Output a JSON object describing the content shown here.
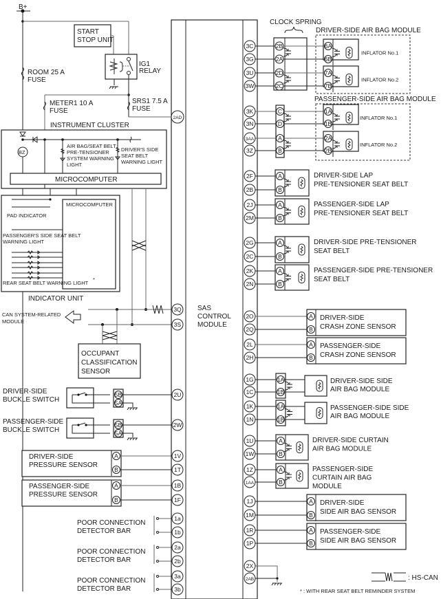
{
  "supply": {
    "label": "B+"
  },
  "fuses": {
    "room": {
      "line1": "ROOM 25 A",
      "line2": "FUSE"
    },
    "meter1": {
      "line1": "METER1 10 A",
      "line2": "FUSE"
    },
    "srs1": {
      "line1": "SRS1 7.5 A",
      "line2": "FUSE"
    }
  },
  "start_stop_unit": {
    "line1": "START",
    "line2": "STOP UNIT"
  },
  "ig1_relay": {
    "line1": "IG1",
    "line2": "RELAY"
  },
  "instrument_cluster": {
    "title": "INSTRUMENT CLUSTER",
    "buzzer": "BZ",
    "airbag_light": [
      "AIR BAG/SEAT BELT",
      "PRE-TENSIONER",
      "SYSTEM WARNING",
      "LIGHT"
    ],
    "driver_seatbelt_light": [
      "DRIVER'S SIDE",
      "SEAT BELT",
      "WARNING LIGHT"
    ],
    "microcomputer": "MICROCOMPUTER"
  },
  "indicator_unit": {
    "title": "INDICATOR UNIT",
    "microcomputer": "MICROCOMPUTER",
    "pad_indicator": "PAD INDICATOR",
    "passenger_light": [
      "PASSENGER'S SIDE SEAT BELT",
      "WARNING LIGHT"
    ],
    "rear_light": "REAR SEAT BELT WARNING LIGHT",
    "rear_mark": "*"
  },
  "can_module": {
    "line1": "CAN SYSTEM-RELATED",
    "line2": "MODULE"
  },
  "occupant_sensor": [
    "OCCUPANT",
    "CLASSIFICATION",
    "SENSOR"
  ],
  "sas_module": {
    "lines": [
      "SAS",
      "CONTROL",
      "MODULE"
    ]
  },
  "left_pins": {
    "srs": "2AD",
    "can_h": "3Q",
    "can_l": "3S",
    "driver_buckle": "2U",
    "passenger_buckle": "2W",
    "driver_pressure_a": "1V",
    "driver_pressure_b": "1T",
    "passenger_pressure_a": "1B",
    "passenger_pressure_b": "1F",
    "detector": [
      [
        "1a",
        "1b"
      ],
      [
        "2a",
        "2b"
      ],
      [
        "3a",
        "3b"
      ]
    ]
  },
  "buckle_switches": [
    {
      "line1": "DRIVER-SIDE",
      "line2": "BUCKLE SWITCH",
      "pins": [
        "5B",
        "5A"
      ]
    },
    {
      "line1": "PASSENGER-SIDE",
      "line2": "BUCKLE SWITCH",
      "pins": [
        "5B",
        "5A"
      ]
    }
  ],
  "pressure_sensors": [
    {
      "line1": "DRIVER-SIDE",
      "line2": "PRESSURE SENSOR",
      "pins": [
        "A",
        "B"
      ]
    },
    {
      "line1": "PASSENGER-SIDE",
      "line2": "PRESSURE SENSOR",
      "pins": [
        "A",
        "B"
      ]
    }
  ],
  "detector_bar": {
    "line1": "POOR CONNECTION",
    "line2": "DETECTOR BAR"
  },
  "clock_spring": {
    "label": "CLOCK SPRING",
    "pins": [
      "2B",
      "2A",
      "2D",
      "2C"
    ]
  },
  "driver_airbag": {
    "title": "DRIVER-SIDE AIR BAG MODULE",
    "inflators": [
      {
        "label": "INFLATOR No.1",
        "sas_pins": [
          "3C",
          "3G"
        ],
        "pins": [
          "6A",
          "6B"
        ]
      },
      {
        "label": "INFLATOR No.2",
        "sas_pins": [
          "3U",
          "3W"
        ],
        "pins": [
          "7A",
          "7B"
        ]
      }
    ]
  },
  "passenger_airbag": {
    "title": "PASSENGER-SIDE AIR BAG MODULE",
    "connector_pins": [
      "C",
      "D",
      "A",
      "B"
    ],
    "inflators": [
      {
        "label": "INFLATOR No.1",
        "sas_pins": [
          "3K",
          "3N"
        ],
        "pins": [
          "1A",
          "1B"
        ]
      },
      {
        "label": "INFLATOR No.2",
        "sas_pins": [
          "3AA",
          "3Z"
        ],
        "pins": [
          "2A",
          "2B"
        ]
      }
    ]
  },
  "pretensioners": [
    {
      "sas_pins": [
        "2F",
        "2B"
      ],
      "line1": "DRIVER-SIDE LAP",
      "line2": "PRE-TENSIONER SEAT BELT"
    },
    {
      "sas_pins": [
        "2J",
        "2M"
      ],
      "line1": "PASSENGER-SIDE LAP",
      "line2": "PRE-TENSIONER SEAT BELT"
    },
    {
      "sas_pins": [
        "2G",
        "2C"
      ],
      "line1": "DRIVER-SIDE PRE-TENSIONER",
      "line2": "SEAT BELT"
    },
    {
      "sas_pins": [
        "2K",
        "2N"
      ],
      "line1": "PASSENGER-SIDE PRE-TENSIONER",
      "line2": "SEAT BELT"
    }
  ],
  "crash_sensors": [
    {
      "sas_pins": [
        "2O",
        "2Q"
      ],
      "line1": "DRIVER-SIDE",
      "line2": "CRASH ZONE SENSOR"
    },
    {
      "sas_pins": [
        "2L",
        "2H"
      ],
      "line1": "PASSENGER-SIDE",
      "line2": "CRASH ZONE SENSOR"
    }
  ],
  "side_airbags": [
    {
      "sas_pins": [
        "1G",
        "1C"
      ],
      "pins": [
        "1A",
        "1B"
      ],
      "line1": "DRIVER-SIDE SIDE",
      "line2": "AIR BAG MODULE"
    },
    {
      "sas_pins": [
        "1K",
        "1N"
      ],
      "pins": [
        "1A",
        "1B"
      ],
      "line1": "PASSENGER-SIDE SIDE",
      "line2": "AIR BAG MODULE"
    }
  ],
  "curtain_airbags": [
    {
      "sas_pins": [
        "1U",
        "1W"
      ],
      "lines": [
        "DRIVER-SIDE CURTAIN",
        "AIR BAG MODULE"
      ]
    },
    {
      "sas_pins": [
        "1Z",
        "1AA"
      ],
      "lines": [
        "PASSENGER-SIDE",
        "CURTAIN AIR BAG",
        "MODULE"
      ]
    }
  ],
  "side_sensors": [
    {
      "sas_pins": [
        "1J",
        "1M"
      ],
      "line1": "DRIVER-SIDE",
      "line2": "SIDE AIR BAG SENSOR"
    },
    {
      "sas_pins": [
        "1R",
        "1P"
      ],
      "line1": "PASSENGER-SIDE",
      "line2": "SIDE AIR BAG SENSOR"
    }
  ],
  "ground_pins": [
    "2X",
    "2AB"
  ],
  "ab_pins": [
    "A",
    "B"
  ],
  "legend": {
    "hs_can": ": HS-CAN",
    "note": "* : WITH REAR SEAT BELT REMINDER SYSTEM"
  }
}
